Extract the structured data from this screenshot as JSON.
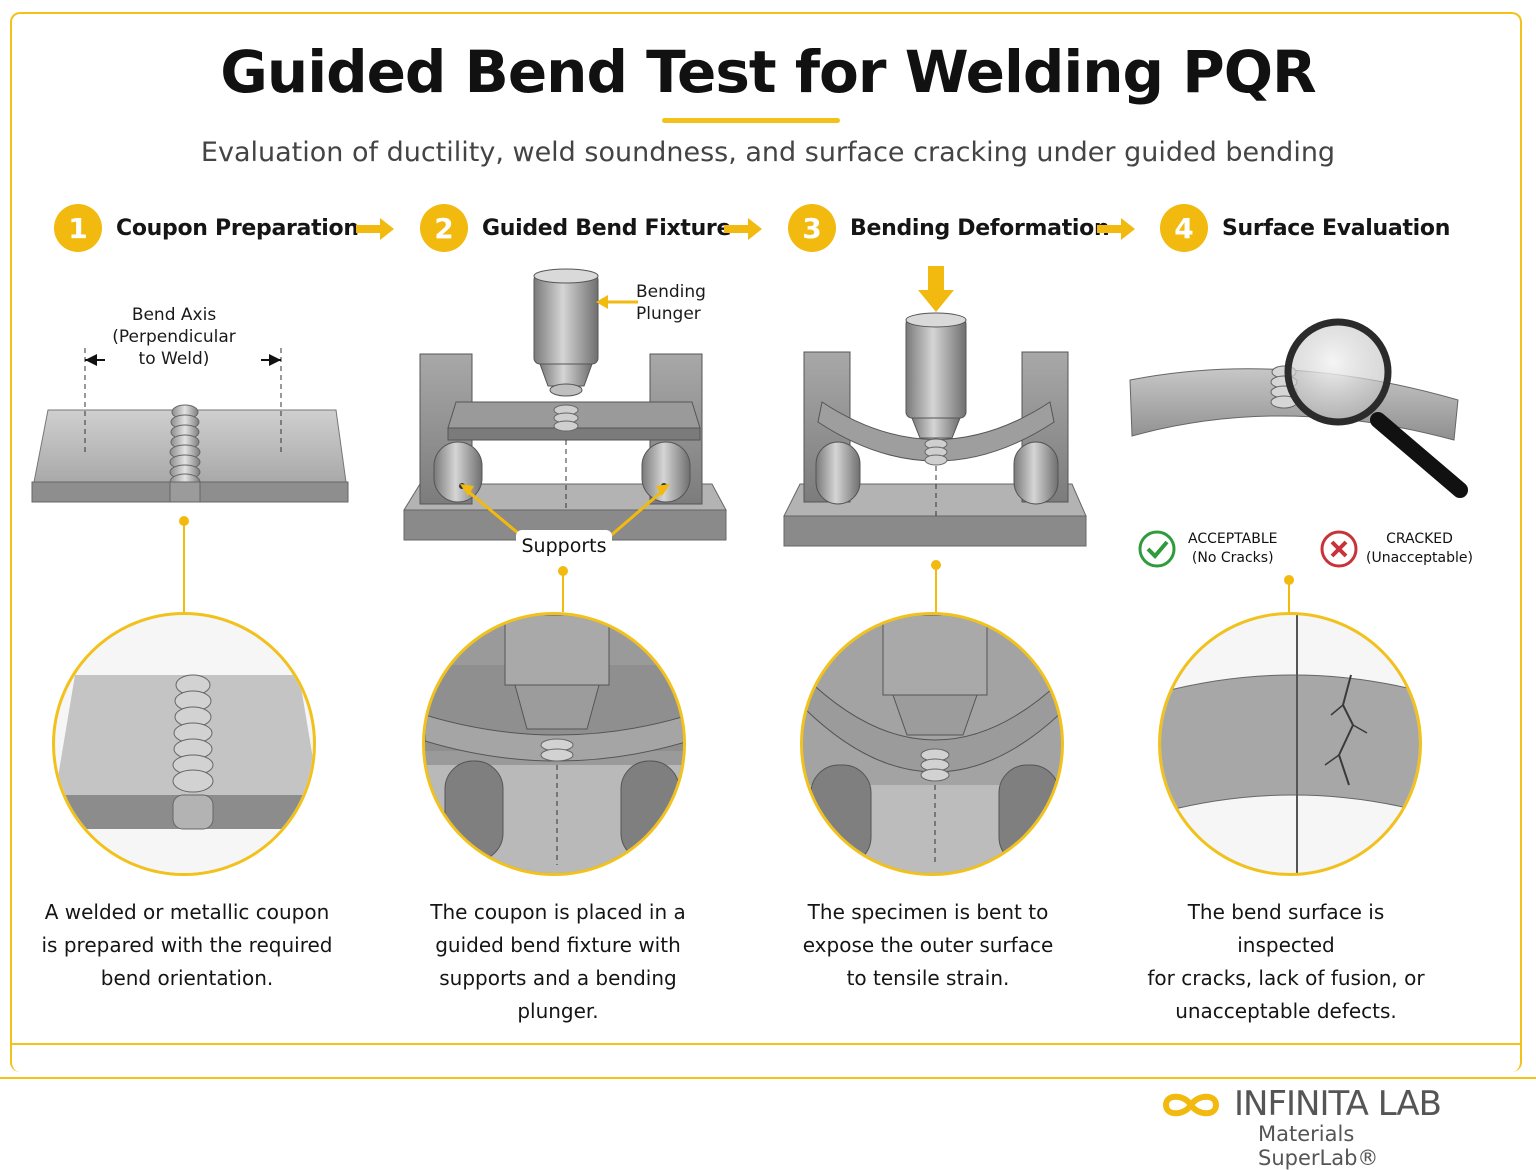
{
  "header": {
    "title": "Guided Bend Test for Welding PQR",
    "subtitle": "Evaluation of ductility, weld soundness, and surface cracking under guided bending"
  },
  "steps": [
    {
      "number": "1",
      "label": "Coupon Preparation",
      "description": [
        "A welded or metallic coupon",
        "is prepared with the required",
        "bend orientation."
      ]
    },
    {
      "number": "2",
      "label": "Guided Bend Fixture",
      "description": [
        "The coupon is placed in a",
        "guided bend fixture with",
        "supports and a bending plunger."
      ]
    },
    {
      "number": "3",
      "label": "Bending Deformation",
      "description": [
        "The specimen is bent to",
        "expose the outer surface",
        "to tensile strain."
      ]
    },
    {
      "number": "4",
      "label": "Surface Evaluation",
      "description": [
        "The bend surface is inspected",
        "for cracks, lack of fusion, or",
        "unacceptable defects."
      ]
    }
  ],
  "callouts": {
    "bend_axis": [
      "Bend Axis",
      "(Perpendicular",
      "to Weld)"
    ],
    "plunger": [
      "Bending",
      "Plunger"
    ],
    "supports": "Supports"
  },
  "verdicts": {
    "acceptable": [
      "ACCEPTABLE",
      "(No Cracks)"
    ],
    "cracked": [
      "CRACKED",
      "(Unacceptable)"
    ]
  },
  "brand": {
    "name": "INFINITA LAB",
    "tagline": "Materials SuperLab®"
  },
  "colors": {
    "accent": "#f2b90f",
    "steel": "#8a8a8a",
    "acceptable": "#2e9b3c",
    "cracked": "#c8333a"
  }
}
